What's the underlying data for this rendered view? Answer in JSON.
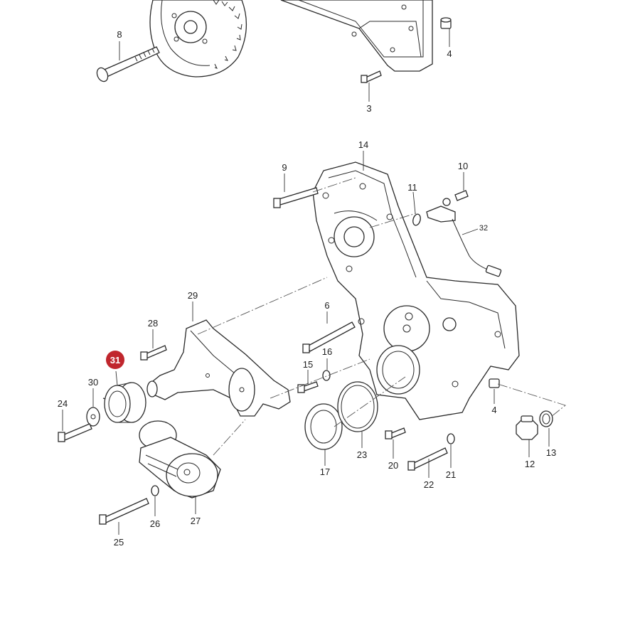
{
  "diagram": {
    "highlight": {
      "label": "31",
      "color": "#c0262d"
    },
    "callouts": [
      "8",
      "4",
      "3",
      "14",
      "9",
      "10",
      "11",
      "32",
      "29",
      "6",
      "28",
      "16",
      "15",
      "30",
      "24",
      "4",
      "12",
      "13",
      "17",
      "23",
      "20",
      "21",
      "22",
      "25",
      "26",
      "27"
    ],
    "colors": {
      "line": "#2a2a2a",
      "background": "#ffffff"
    }
  }
}
